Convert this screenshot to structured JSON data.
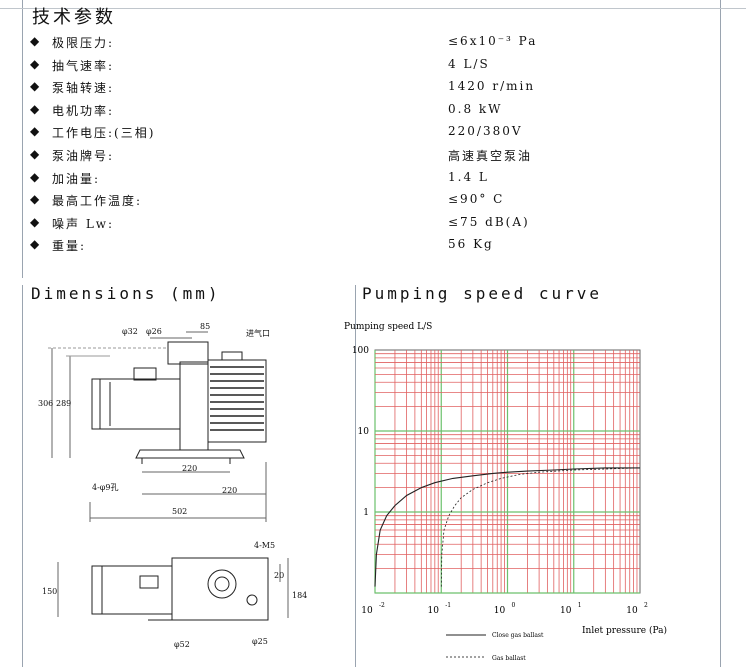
{
  "header": {
    "title": "技术参数"
  },
  "specs": [
    {
      "label": "极限压力:",
      "value": "≤6x10⁻³ Pa"
    },
    {
      "label": "抽气速率:",
      "value": "4 L/S"
    },
    {
      "label": "泵轴转速:",
      "value": "1420 r/min"
    },
    {
      "label": "电机功率:",
      "value": "0.8 kW"
    },
    {
      "label": "工作电压:(三相)",
      "value": "220/380V"
    },
    {
      "label": "泵油牌号:",
      "value": "高速真空泵油"
    },
    {
      "label": "加油量:",
      "value": "1.4 L"
    },
    {
      "label": "最高工作温度:",
      "value": "≤90° C"
    },
    {
      "label": "噪声 Lw:",
      "value": "≤75 dB(A)"
    },
    {
      "label": "重量:",
      "value": "56 Kg"
    }
  ],
  "bullet_char": "◆",
  "dimensions": {
    "title": "Dimensions (mm)",
    "labels": {
      "d32": "φ32",
      "d26": "φ26",
      "w85": "85",
      "inlet": "进气口",
      "h306": "306",
      "h289": "289",
      "w220a": "220",
      "holes": "4-φ9孔",
      "w220b": "220",
      "w502": "502",
      "m5": "4-M5",
      "h150": "150",
      "h20": "20",
      "h184": "184",
      "d52": "φ52",
      "d25": "φ25"
    }
  },
  "chart_data": {
    "type": "line",
    "title": "Pumping speed curve",
    "ylabel": "Pumping speed L/S",
    "xlabel": "Inlet pressure (Pa)",
    "x_scale": "log",
    "y_scale": "log",
    "xlim": [
      0.01,
      100
    ],
    "ylim": [
      0.1,
      100
    ],
    "x_ticks": [
      {
        "v": 0.01,
        "base": "10",
        "exp": "-2"
      },
      {
        "v": 0.1,
        "base": "10",
        "exp": "-1"
      },
      {
        "v": 1,
        "base": "10",
        "exp": "0"
      },
      {
        "v": 10,
        "base": "10",
        "exp": "1"
      },
      {
        "v": 100,
        "base": "10",
        "exp": "2"
      }
    ],
    "y_ticks": [
      {
        "v": 100,
        "label": "100"
      },
      {
        "v": 10,
        "label": "10"
      },
      {
        "v": 1,
        "label": "1"
      }
    ],
    "grid": true,
    "grid_color": "#e06060",
    "grid_minor_color": "#6cc06c",
    "series": [
      {
        "name": "Close gas ballast",
        "style": "solid",
        "x": [
          0.01,
          0.0105,
          0.012,
          0.015,
          0.02,
          0.03,
          0.05,
          0.08,
          0.15,
          0.3,
          0.6,
          1,
          2,
          5,
          10,
          30,
          100
        ],
        "y": [
          0.12,
          0.3,
          0.6,
          0.9,
          1.2,
          1.6,
          2.0,
          2.3,
          2.6,
          2.8,
          3.0,
          3.1,
          3.2,
          3.3,
          3.4,
          3.5,
          3.5
        ]
      },
      {
        "name": "Gas ballast",
        "style": "dashed",
        "x": [
          0.1,
          0.102,
          0.11,
          0.13,
          0.16,
          0.2,
          0.3,
          0.5,
          0.8,
          1.5,
          3,
          10,
          30,
          100
        ],
        "y": [
          0.12,
          0.3,
          0.6,
          0.9,
          1.2,
          1.5,
          1.9,
          2.3,
          2.6,
          2.9,
          3.1,
          3.3,
          3.4,
          3.5
        ]
      }
    ]
  }
}
